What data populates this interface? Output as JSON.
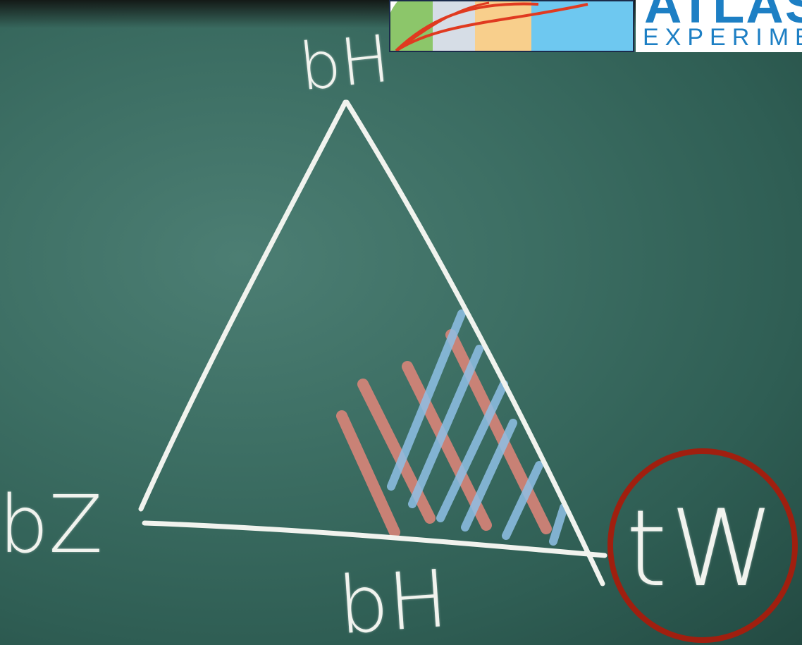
{
  "logo": {
    "title": "ATLAS",
    "subtitle": "EXPERIMENT"
  },
  "diagram": {
    "vertex_top": "bH",
    "vertex_left": "bZ",
    "vertex_right": "tW",
    "side_bottom": "bH"
  },
  "colors": {
    "board": "#3d6f64",
    "chalk_white": "#f1f3ee",
    "chalk_red": "#e2867a",
    "chalk_blue": "#8fc0e6",
    "circle": "#a01f0f",
    "logo_blue": "#1d7fc4"
  }
}
